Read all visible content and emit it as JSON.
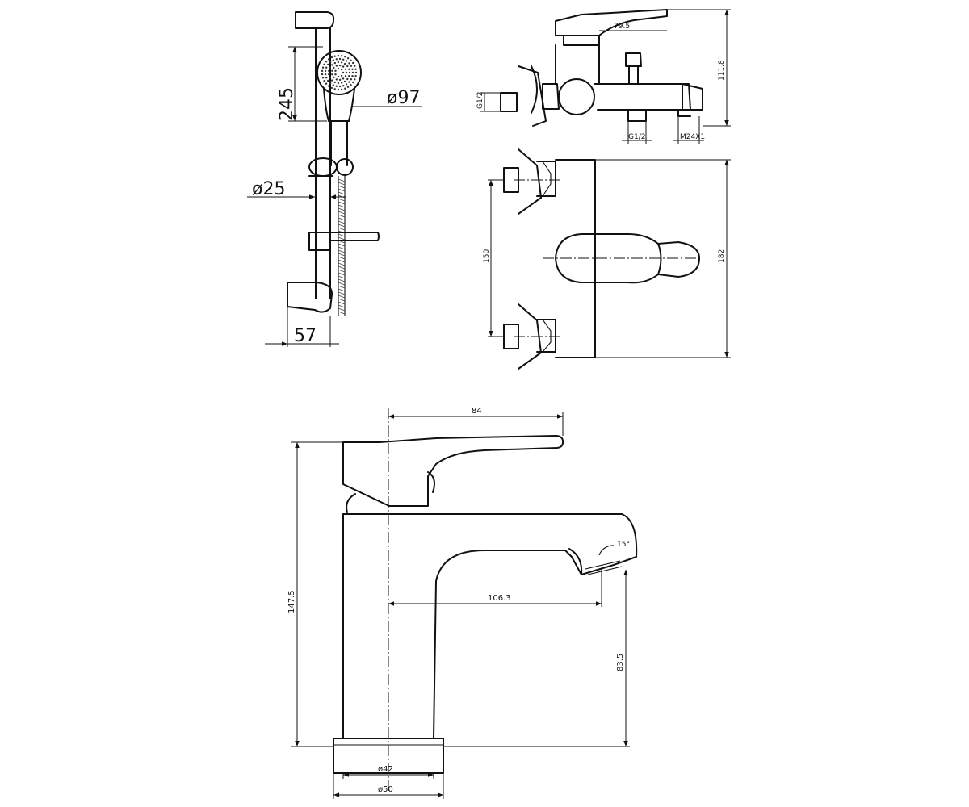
{
  "shower_rail": {
    "dim_height": "245",
    "dim_head_dia": "ø97",
    "dim_rail_dia": "ø25",
    "dim_offset": "57"
  },
  "bath_mixer_side": {
    "dim_top": "79.5",
    "dim_height": "111.8",
    "dim_inlet": "G1/2",
    "dim_outlet": "G1/2",
    "dim_spout": "M24X1"
  },
  "bath_mixer_front": {
    "dim_centers": "150",
    "dim_body": "182"
  },
  "basin_mixer": {
    "dim_lever": "84",
    "dim_height": "147.5",
    "dim_reach": "106.3",
    "dim_clearance": "83.5",
    "dim_angle": "15°",
    "dim_base_inner": "ø42",
    "dim_base_outer": "ø50"
  }
}
